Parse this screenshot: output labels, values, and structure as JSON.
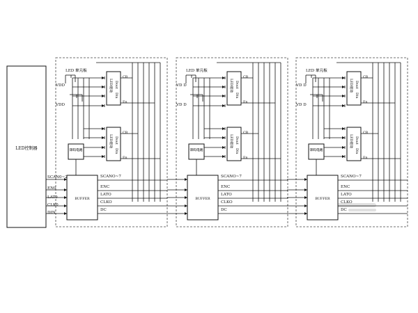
{
  "controller": {
    "label": "LED控制器"
  },
  "inputs": [
    "SCAN0~2",
    "EN0",
    "LAT0",
    "CLK0",
    "DIN"
  ],
  "units": [
    {
      "unit_title": "LED 单元板",
      "rail_top": "VDD",
      "rail_bottom": "VDD",
      "driver_top": {
        "body": "LED驱动",
        "pins_right": [
          "CB",
          "En"
        ],
        "pins_left": [
          "Dout",
          "Din"
        ]
      },
      "driver_bottom": {
        "body": "LED驱动",
        "pins_right": [
          "CB",
          "En"
        ],
        "pins_left": [
          "Dout",
          "Din"
        ]
      },
      "scan_circuit": "译码电路",
      "buffer": "BUFFER",
      "outputs": [
        "SCANO~7",
        "ENC",
        "LATO",
        "CLKO",
        "DC"
      ]
    },
    {
      "unit_title": "LED 单元板",
      "rail_top": "VD D",
      "rail_bottom": "VD D",
      "driver_top": {
        "body": "LED驱动",
        "pins_right": [
          "CB",
          "En"
        ],
        "pins_left": [
          "Dout",
          "Din"
        ]
      },
      "driver_bottom": {
        "body": "LED驱动",
        "pins_right": [
          "CB",
          "En"
        ],
        "pins_left": [
          "Dout",
          "Din"
        ]
      },
      "scan_circuit": "译码电路",
      "buffer": "BUFFER",
      "outputs": [
        "SCANO~7",
        "ENC",
        "LATO",
        "CLKO",
        "DC"
      ]
    },
    {
      "unit_title": "LED 单元板",
      "rail_top": "VD D",
      "rail_bottom": "VD D",
      "driver_top": {
        "body": "LED驱动",
        "pins_right": [
          "CB",
          "En"
        ],
        "pins_left": [
          "Dout",
          "Din"
        ]
      },
      "driver_bottom": {
        "body": "LED驱动",
        "pins_right": [
          "CB",
          "En"
        ],
        "pins_left": [
          "Dout",
          "Din"
        ]
      },
      "scan_circuit": "译码电路",
      "buffer": "BUFFER",
      "outputs": [
        "SCANO~7",
        "ENC",
        "LATO",
        "CLKO",
        "DC"
      ]
    }
  ]
}
